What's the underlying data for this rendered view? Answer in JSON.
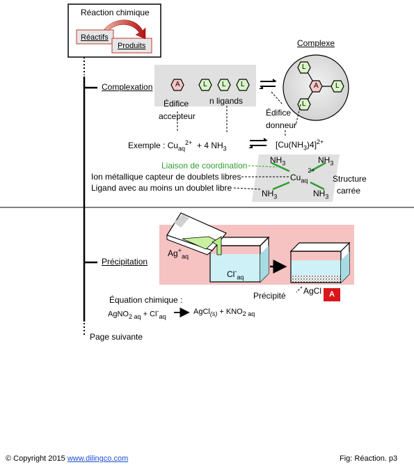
{
  "header": {
    "title": "Réaction chimique",
    "reactifs": "Réactifs",
    "produits": "Produits"
  },
  "complexation": {
    "section_label": "Complexation",
    "complexe_label": "Complexe",
    "acceptor_letter": "A",
    "ligand_letter": "L",
    "edifice_accepteur": [
      "Édifice",
      "accepteur"
    ],
    "n_ligands": "n ligands",
    "edifice_donneur": [
      "Édifice",
      "donneur"
    ],
    "example_prefix": "Exemple : Cu",
    "example_sub": "aq",
    "example_sup": "2+",
    "example_plus": "+  4 NH",
    "example_nh3_sub": "3",
    "product_main": "[Cu(NH",
    "product_sub": "3",
    "product_end": ")4]",
    "product_sup": "2+",
    "liaison": "Liaison de coordination",
    "ion_metallique": "Ion métallique capteur de doublets libres",
    "ligand_doublet": "Ligand avec au moins un doublet libre",
    "structure": [
      "Structure",
      "carrée"
    ],
    "center_cu": "Cu",
    "center_sub": "aq",
    "center_sup": "2+",
    "nh": "NH",
    "nh_sub": "3"
  },
  "precipitation": {
    "section_label": "Précipitation",
    "ag_ion": "Ag",
    "ag_sup": "+",
    "ag_sub": "aq",
    "cl_ion": "Cl",
    "cl_sup": "-",
    "cl_sub": "aq",
    "agcl": "AgCl",
    "precipite": "Précipité",
    "badge": "A",
    "equation_title": "Équation chimique :",
    "eq_1": "AgNO",
    "eq_1_sub": "2 aq",
    "eq_2": "+ Cl",
    "eq_2_sup": "-",
    "eq_2_sub": "aq",
    "eq_3": "AgCl",
    "eq_3_sub": "(s)",
    "eq_4": "+ KNO",
    "eq_4_sub": "2 aq"
  },
  "footer": {
    "page_suivante": "Page suivante",
    "copyright": "© Copyright 2015",
    "website": "www.dilingco.com",
    "fig": "Fig:  Réaction. p3"
  },
  "colors": {
    "accent_green": "#2e9e2e",
    "ligand_fill": "#d9f5c8",
    "acceptor_fill": "#f7c6c6",
    "precip_bg": "#f6c2c2",
    "gray_panel": "#e0e0e0",
    "badge_red": "#d8161b",
    "water": "#cdf1f6"
  }
}
